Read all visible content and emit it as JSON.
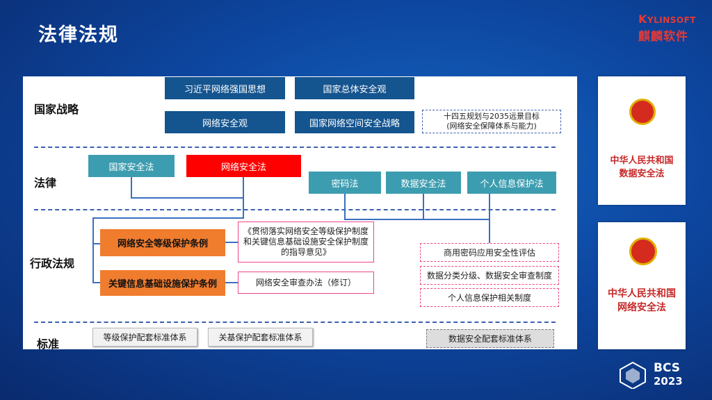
{
  "header": {
    "title": "法律法规",
    "logo_en_k": "K",
    "logo_en_rest": "YLINSOFT",
    "logo_cn": "麒麟软件"
  },
  "rows": {
    "strategy": "国家战略",
    "law": "法律",
    "regulation": "行政法规",
    "standard": "标准"
  },
  "strategy": {
    "b1": "习近平网络强国思想",
    "b2": "国家总体安全观",
    "b3": "网络安全观",
    "b4": "国家网络空间安全战略",
    "note_l1": "十四五规划与2035远景目标",
    "note_l2": "(网络安全保障体系与能力)"
  },
  "law": {
    "national_security": "国家安全法",
    "cybersecurity": "网络安全法",
    "cryptography": "密码法",
    "data_security": "数据安全法",
    "personal_info": "个人信息保护法"
  },
  "regulation": {
    "mlps": "网络安全等级保护条例",
    "cii": "关键信息基础设施保护条例",
    "opinion_l1": "《贯彻落实网络安全等级保护制度",
    "opinion_l2": "和关键信息基础设施安全保护制度",
    "opinion_l3": "的指导意见》",
    "review": "网络安全审查办法（修订）",
    "crypto_eval": "商用密码应用安全性评估",
    "data_class": "数据分类分级、数据安全审查制度",
    "pi_rules": "个人信息保护相关制度"
  },
  "standard": {
    "mlps_std": "等级保护配套标准体系",
    "cii_std": "关基保护配套标准体系",
    "data_std": "数据安全配套标准体系"
  },
  "books": {
    "b1_l1": "中华人民共和国",
    "b1_l2": "数据安全法",
    "b2_l1": "中华人民共和国",
    "b2_l2": "网络安全法"
  },
  "footer": {
    "bcs": "BCS",
    "year": "2023"
  },
  "colors": {
    "accent_blue": "#14548f",
    "teal": "#3d9db0",
    "red": "#ff0000",
    "orange": "#f07c2e"
  }
}
